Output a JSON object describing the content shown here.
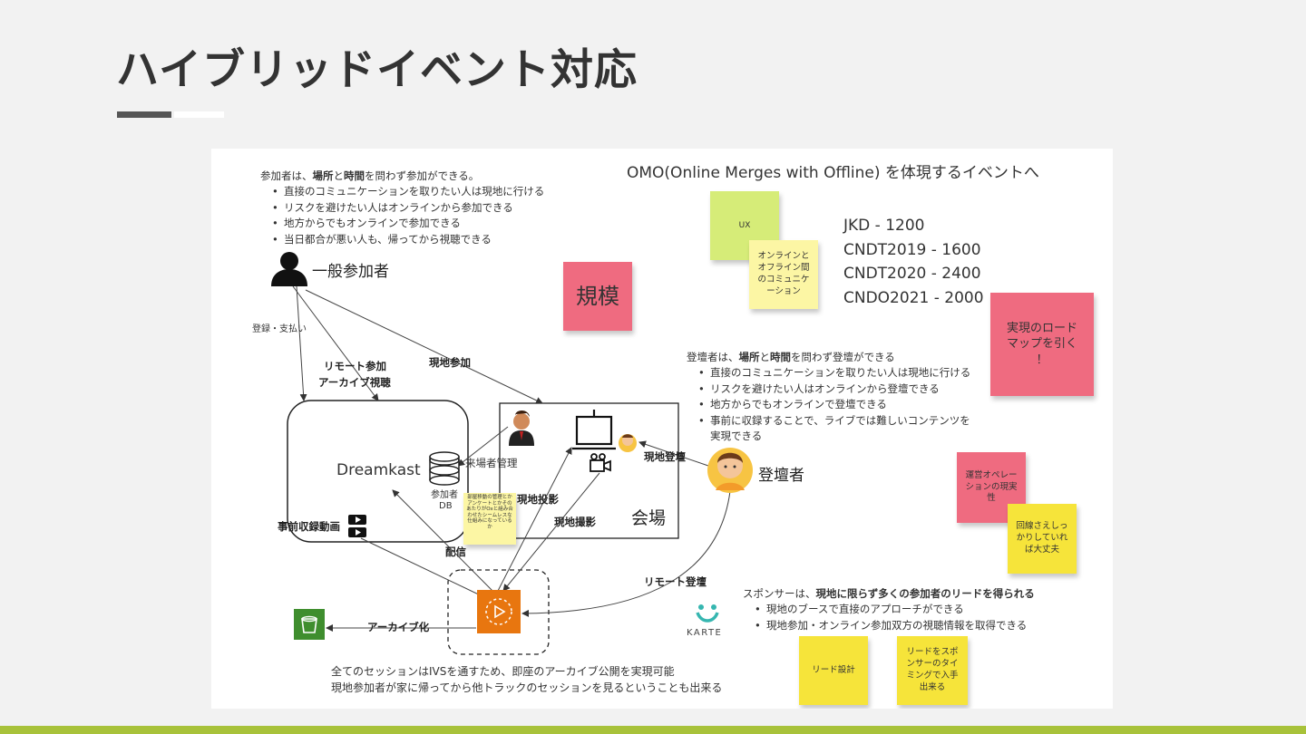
{
  "slide": {
    "title": "ハイブリッドイベント対応",
    "accent_colors": {
      "underline_dark": "#555555",
      "bottom_bar": "#a8c23a"
    }
  },
  "diagram": {
    "participant_intro_pre": "参加者は、",
    "participant_intro_place": "場所",
    "participant_intro_and": "と",
    "participant_intro_time": "時間",
    "participant_intro_post": "を問わず参加ができる。",
    "participant_bullets": [
      "直接のコミュニケーションを取りたい人は現地に行ける",
      "リスクを避けたい人はオンラインから参加できる",
      "地方からでもオンラインで参加できる",
      "当日都合が悪い人も、帰ってから視聴できる"
    ],
    "general_participant": "一般参加者",
    "reg_payment": "登録・支払い",
    "remote_join": "リモート参加",
    "archive_view": "アーカイブ視聴",
    "onsite_join": "現地参加",
    "dreamkast": "Dreamkast",
    "visitor_mgmt": "来場者管理",
    "participant_db_1": "参加者",
    "participant_db_2": "DB",
    "small_note": "部屋移動の管理とかアンケートとかそのあたりがOxと組み合わせたシームレスな仕組みになっているか",
    "onsite_projection": "現地投影",
    "onsite_filming": "現地撮影",
    "venue": "会場",
    "prerecorded_video": "事前収録動画",
    "distribution": "配信",
    "archiving": "アーカイブ化",
    "remote_speaking": "リモート登壇",
    "onsite_speaking": "現地登壇",
    "speaker": "登壇者",
    "omo_heading": "OMO(Online Merges with Offline) を体現するイベントへ",
    "scale_history": [
      "JKD - 1200",
      "CNDT2019 - 1600",
      "CNDT2020 - 2400",
      "CNDO2021 - 2000"
    ],
    "speaker_intro_pre": "登壇者は、",
    "speaker_intro_place": "場所",
    "speaker_intro_and": "と",
    "speaker_intro_time": "時間",
    "speaker_intro_post": "を問わず登壇ができる",
    "speaker_bullets": [
      "直接のコミュニケーションを取りたい人は現地に行ける",
      "リスクを避けたい人はオンラインから登壇できる",
      "地方からでもオンラインで登壇できる",
      "事前に収録することで、ライブでは難しいコンテンツを"
    ],
    "speaker_bullet_cont": "実現できる",
    "sponsor_intro_pre": "スポンサーは、",
    "sponsor_intro_bold": "現地に限らず多くの参加者のリードを得られる",
    "sponsor_bullets": [
      "現地のブースで直接のアプローチができる",
      "現地参加・オンライン参加双方の視聴情報を取得できる"
    ],
    "karte": "KARTE",
    "footer_line1": "全てのセッションはIVSを通すため、即座のアーカイブ公開を実現可能",
    "footer_line2": "現地参加者が家に帰ってから他トラックのセッションを見るということも出来る"
  },
  "stickies": {
    "ux": "UX",
    "online_offline": [
      "オンラインと",
      "オフライン間",
      "のコミュニケ",
      "ーション"
    ],
    "scale": "規模",
    "roadmap": [
      "実現のロード",
      "マップを引く",
      "！"
    ],
    "ops": [
      "運営オペレー",
      "ションの現実",
      "性"
    ],
    "network": [
      "回線さえしっ",
      "かりしていれ",
      "ば大丈夫"
    ],
    "lead_design": "リード設計",
    "lead_sponsor": [
      "リードをスポ",
      "ンサーのタイ",
      "ミングで入手",
      "出来る"
    ]
  },
  "sticky_colors": {
    "lime": "#d6ec78",
    "yellow": "#f6ee5a",
    "pale_yellow": "#fcf6a4",
    "pink": "#ef6b80",
    "gold": "#f5d33a"
  }
}
